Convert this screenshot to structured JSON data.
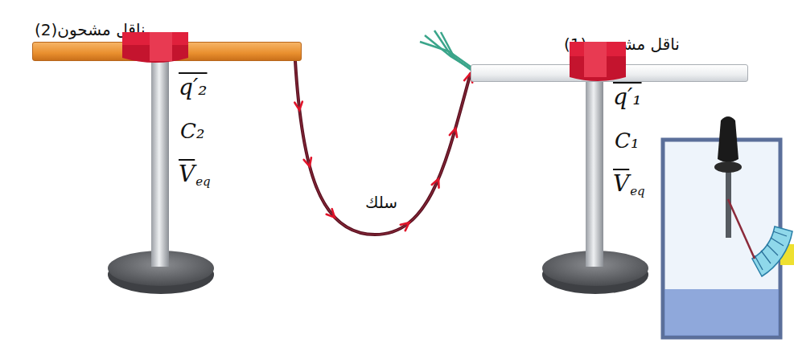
{
  "diagram": {
    "nodes": [
      {
        "text": [
          "ناقل مشحون(2)"
        ]
      },
      {
        "text": [
          "ناقل مشحون (1)"
        ]
      }
    ],
    "edges": [
      {
        "from": 0,
        "to": 1,
        "arrow": "to",
        "label": "سلك"
      }
    ],
    "labels": [
      "q′₂",
      "C₂",
      "V",
      "eq",
      "q′₁",
      "C₁",
      "V",
      "eq"
    ]
  }
}
